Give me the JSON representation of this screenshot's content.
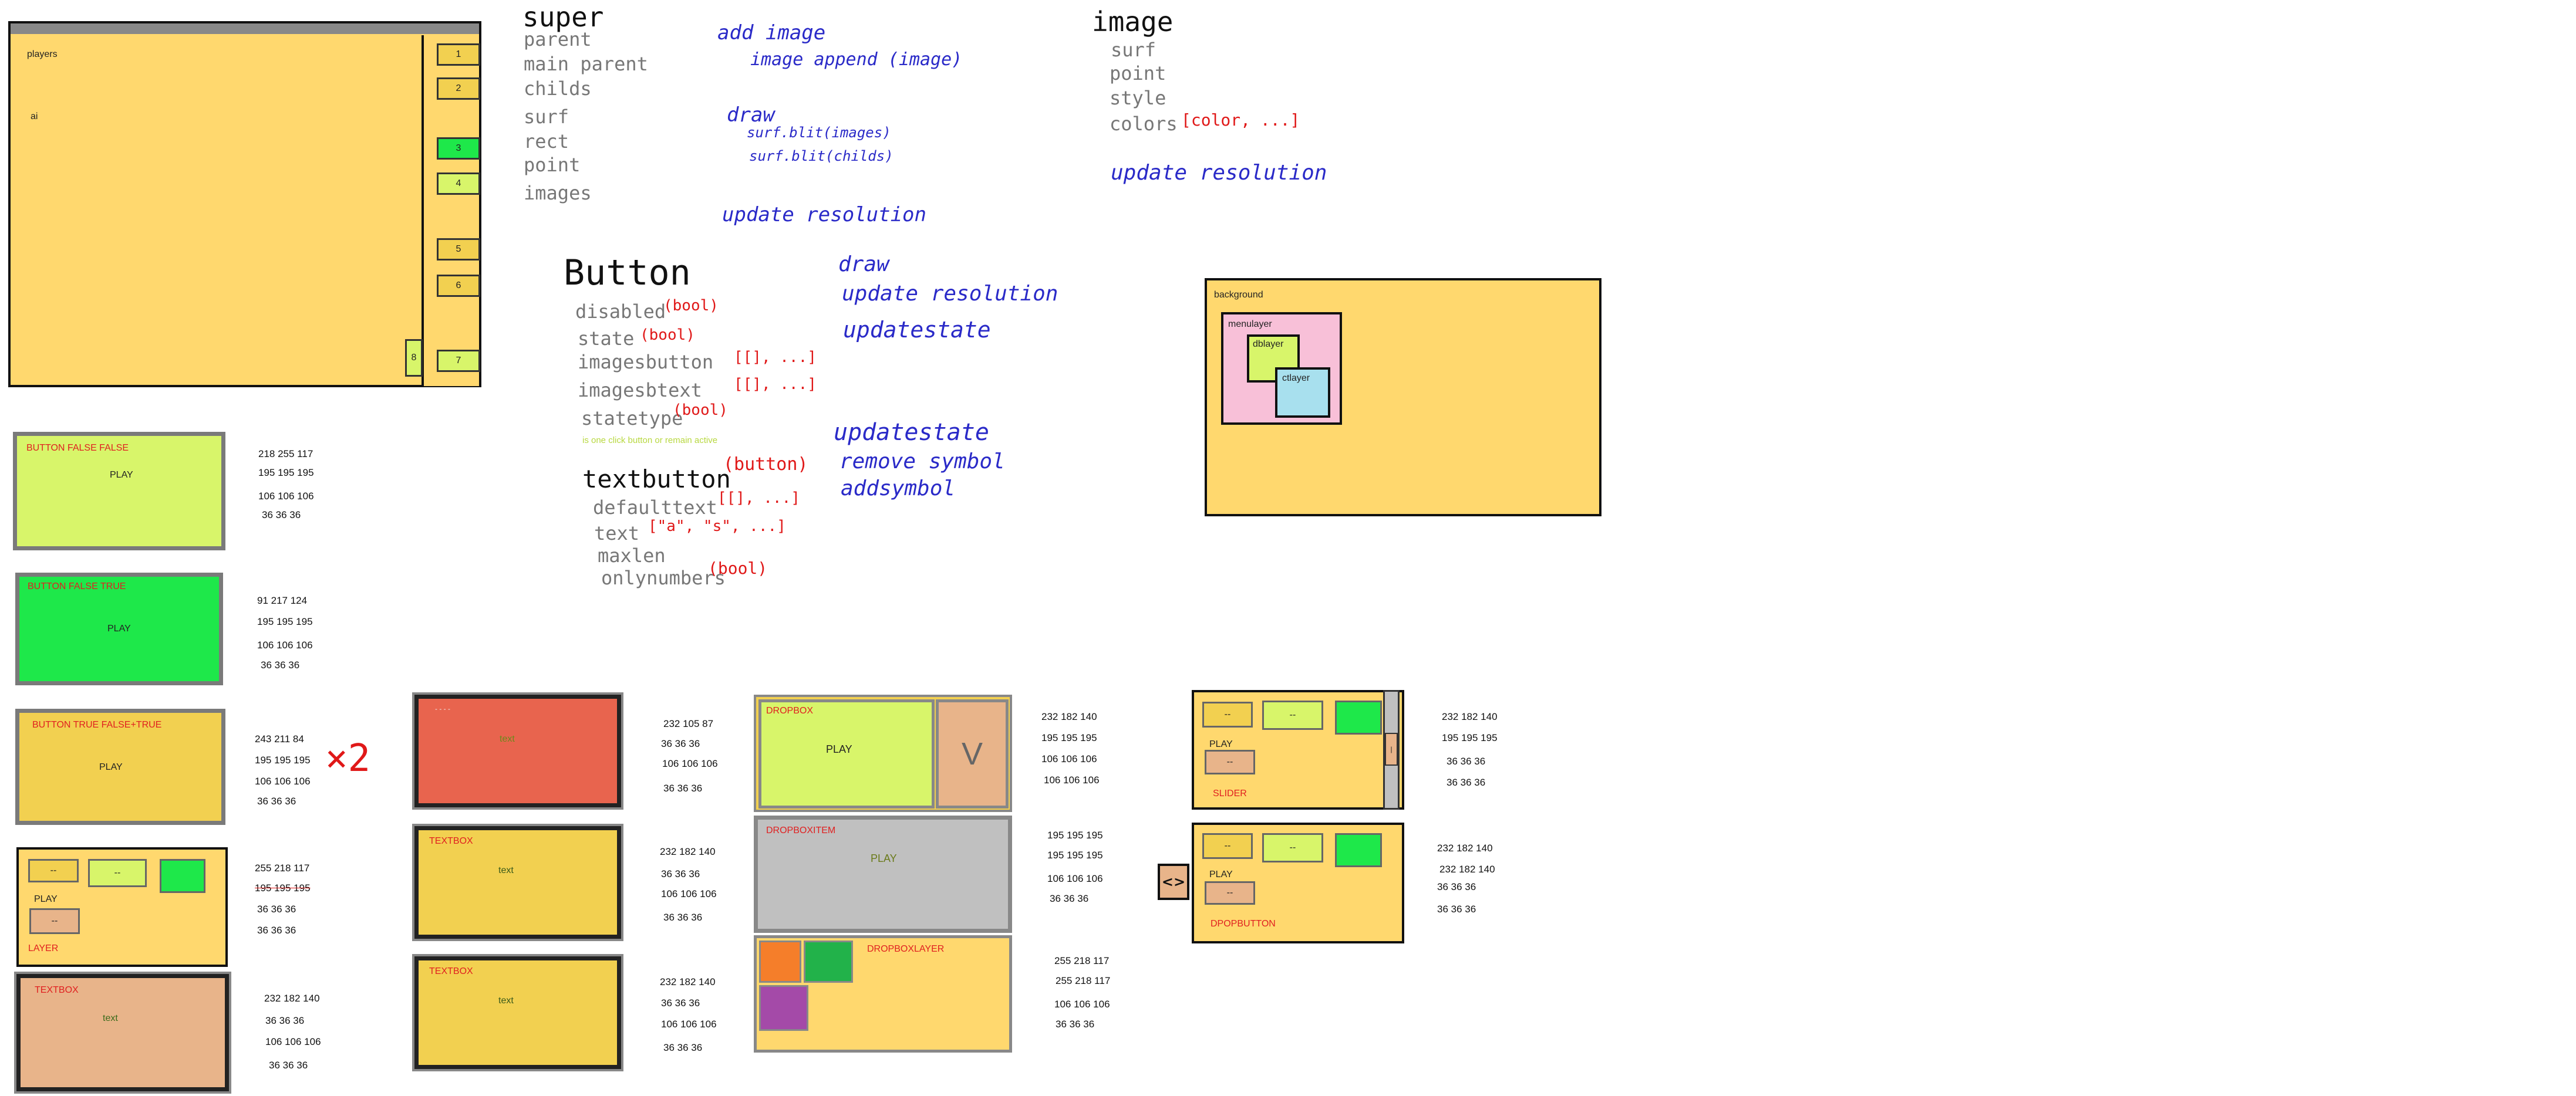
{
  "colors": {
    "yellow": "#ffd86e",
    "lime": "#d8f56a",
    "green": "#1ee84a",
    "gold": "#f2d050",
    "salmon": "#e8644e",
    "tan": "#e8b48a",
    "gray": "#c0c0c0",
    "pink": "#f8c0d8",
    "cyan": "#a8e0ee",
    "orange": "#f57e2a",
    "darkgreen": "#22b24a",
    "purple": "#a44aa8",
    "ink_blue": "#2a2ac8",
    "ink_red": "#e01818"
  },
  "main_window": {
    "players_label": "players",
    "ai_label": "ai",
    "side_buttons": [
      "1",
      "2",
      "3",
      "4",
      "5",
      "6",
      "7"
    ],
    "side_tab": "8"
  },
  "super_class": {
    "title": "super",
    "fields": [
      "parent",
      "main parent",
      "childs",
      "surf",
      "rect",
      "point",
      "images"
    ]
  },
  "super_methods": {
    "add_image": "add image",
    "add_image_code": "image append (image)",
    "draw": "draw",
    "draw_code_1": "surf.blit(images)",
    "draw_code_2": "surf.blit(childs)",
    "update": "update resolution"
  },
  "image_class": {
    "title": "image",
    "fields": [
      "surf",
      "point",
      "style"
    ],
    "colors_field": "colors",
    "colors_type": "[color, ...]",
    "update": "update resolution"
  },
  "button_class": {
    "title": "Button",
    "fields": [
      {
        "name": "disabled",
        "type": "(bool)"
      },
      {
        "name": "state",
        "type": "(bool)"
      },
      {
        "name": "imagesbutton",
        "type": "[[], ...]"
      },
      {
        "name": "imagesbtext",
        "type": "[[], ...]"
      },
      {
        "name": "statetype",
        "type": "(bool)"
      }
    ],
    "note": "is one click button or remain active",
    "methods": [
      "draw",
      "update resolution",
      "updatestate"
    ]
  },
  "textbutton_class": {
    "title": "textbutton",
    "parent": "(button)",
    "fields": [
      {
        "name": "defaulttext",
        "type": "[[], ...]"
      },
      {
        "name": "text",
        "type": "[\"a\", \"s\", ...]"
      },
      {
        "name": "maxlen",
        "type": ""
      },
      {
        "name": "onlynumbers",
        "type": "(bool)"
      }
    ],
    "methods": [
      "updatestate",
      "remove symbol",
      "addsymbol"
    ]
  },
  "layers": {
    "background": "background",
    "menulayer": "menulayer",
    "dblayer": "dblayer",
    "ctlayer": "ctlayer"
  },
  "button_ff": {
    "label": "BUTTON FALSE FALSE",
    "text": "PLAY",
    "nums": [
      "218 255 117",
      "195 195 195",
      "106 106 106",
      "36 36 36"
    ]
  },
  "button_ft": {
    "label": "BUTTON FALSE TRUE",
    "text": "PLAY",
    "nums": [
      "91 217 124",
      "195 195 195",
      "106 106 106",
      "36 36 36"
    ]
  },
  "button_tft": {
    "label": "BUTTON TRUE FALSE+TRUE",
    "text": "PLAY",
    "nums": [
      "243 211 84",
      "195 195 195",
      "106 106 106",
      "36 36 36"
    ],
    "mult": "×2"
  },
  "layer_demo": {
    "label": "LAYER",
    "small_a": "--",
    "small_b": "--",
    "play": "PLAY",
    "small_c": "--",
    "nums": [
      "255 218 117",
      "195 195 195",
      "36 36 36",
      "36 36 36"
    ]
  },
  "textbox_tan": {
    "label": "TEXTBOX",
    "text": "text",
    "nums": [
      "232 182 140",
      "36 36 36",
      "106 106 106",
      "36 36 36"
    ]
  },
  "textbox_red": {
    "placeholder": "- - - -",
    "text": "text",
    "nums": [
      "232 105 87",
      "36 36 36",
      "106 106 106",
      "36 36 36"
    ]
  },
  "textbox_gold_1": {
    "label": "TEXTBOX",
    "text": "text",
    "nums": [
      "232 182 140",
      "36 36 36",
      "106 106 106",
      "36 36 36"
    ]
  },
  "textbox_gold_2": {
    "label": "TEXTBOX",
    "text": "text",
    "nums": [
      "232 182 140",
      "36 36 36",
      "106 106 106",
      "36 36 36"
    ]
  },
  "dropbox": {
    "label": "DROPBOX",
    "text": "PLAY",
    "arrow": "V",
    "nums": [
      "232 182 140",
      "195 195 195",
      "106 106 106",
      "106 106 106"
    ]
  },
  "dropboxitem": {
    "label": "DROPBOXITEM",
    "text": "PLAY",
    "nums": [
      "195 195 195",
      "195 195 195",
      "106 106 106",
      "36 36 36"
    ]
  },
  "dropboxlayer": {
    "label": "DROPBOXLAYER",
    "nums": [
      "255 218 117",
      "255 218 117",
      "106 106 106",
      "36 36 36"
    ]
  },
  "slider": {
    "label": "SLIDER",
    "small_a": "--",
    "small_b": "--",
    "play": "PLAY",
    "small_c": "--",
    "handle": "|",
    "nums": [
      "232 182 140",
      "195 195 195",
      "36 36 36",
      "36 36 36"
    ]
  },
  "dpopbutton": {
    "label": "DPOPBUTTON",
    "small_a": "--",
    "small_b": "--",
    "play": "PLAY",
    "small_c": "--",
    "toggle": "<>",
    "nums": [
      "232 182 140",
      "232 182 140",
      "36 36 36",
      "36 36 36"
    ]
  }
}
